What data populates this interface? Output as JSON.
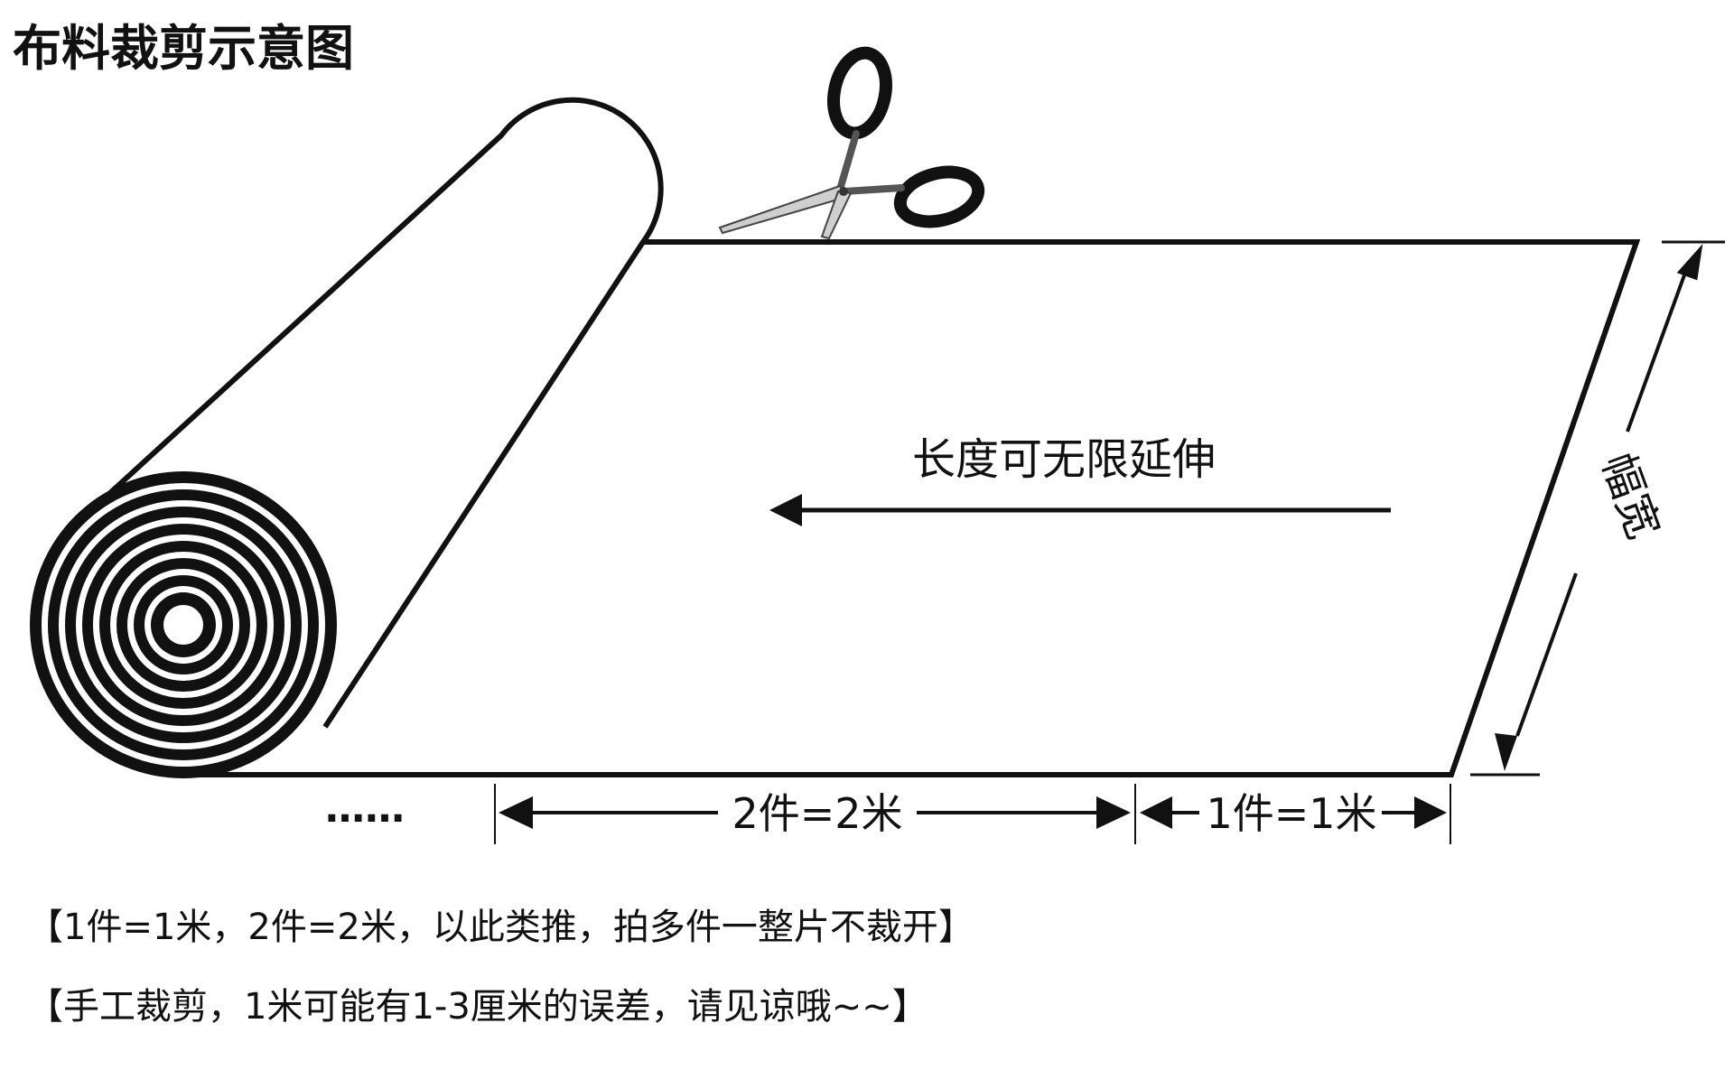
{
  "title": "布料裁剪示意图",
  "length_label": "长度可无限延伸",
  "width_label": "幅宽",
  "ellipsis": "……",
  "dimension_two": "2件=2米",
  "dimension_one": "1件=1米",
  "notes": [
    "【1件=1米，2件=2米，以此类推，拍多件一整片不裁开】",
    "【手工裁剪，1米可能有1-3厘米的误差，请见谅哦~~】"
  ],
  "icons": {
    "scissors": "scissors-icon",
    "fabric_roll": "fabric-roll-icon"
  }
}
